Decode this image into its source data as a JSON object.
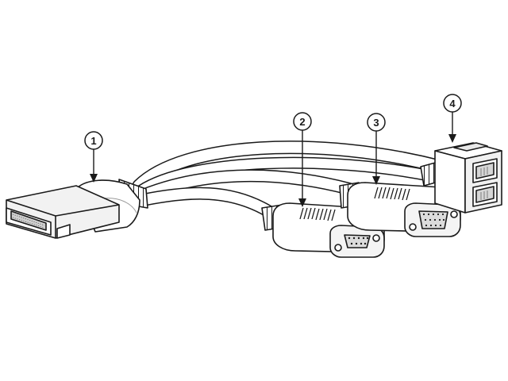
{
  "diagram": {
    "callouts": [
      {
        "number": "1"
      },
      {
        "number": "2"
      },
      {
        "number": "3"
      },
      {
        "number": "4"
      }
    ],
    "colors": {
      "line": "#1a1a1a",
      "body": "#ffffff",
      "shade": "#e6e6e6",
      "dark": "#bdbdbd"
    }
  }
}
